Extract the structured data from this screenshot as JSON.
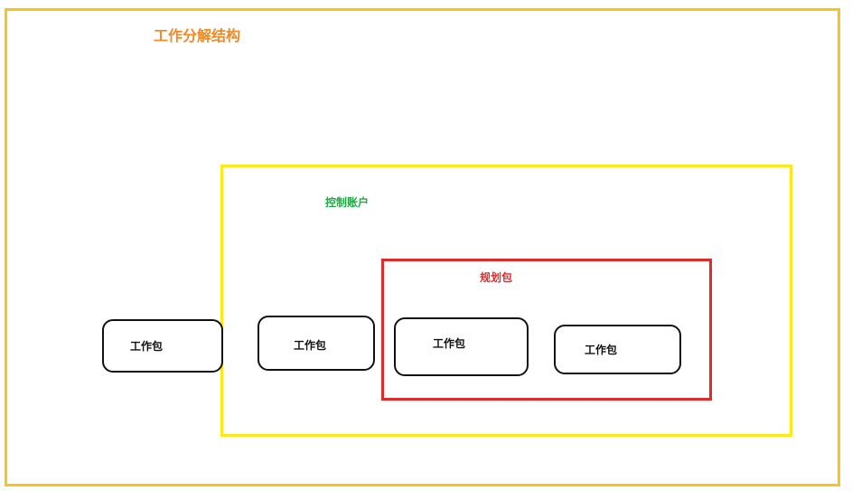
{
  "wbs": {
    "title": "工作分解结构"
  },
  "control_account": {
    "title": "控制账户"
  },
  "planning_package": {
    "title": "规划包"
  },
  "work_packages": [
    {
      "label": "工作包"
    },
    {
      "label": "工作包"
    },
    {
      "label": "工作包"
    },
    {
      "label": "工作包"
    }
  ],
  "colors": {
    "wbs_border": "#f5c518",
    "wbs_title": "#f08a24",
    "control_border": "#ffe81a",
    "control_title": "#22a845",
    "planning_border": "#e02b2b",
    "planning_title": "#e02b2b",
    "work_package_border": "#111111"
  }
}
